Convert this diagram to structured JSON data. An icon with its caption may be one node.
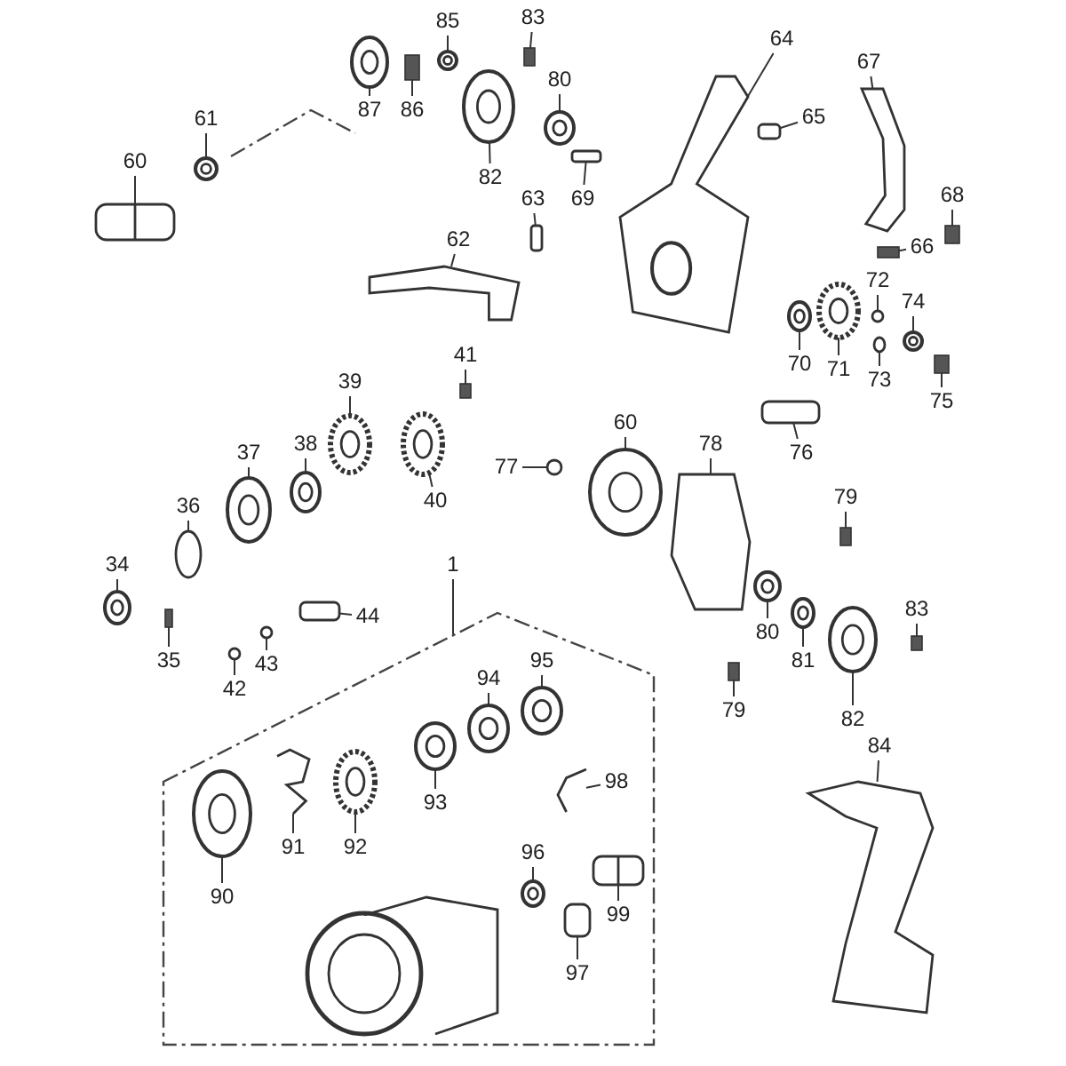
{
  "diagram": {
    "nodes": [
      {
        "text": [
          "87"
        ]
      },
      {
        "text": [],
        "shape": "picture"
      },
      {
        "text": [
          "86"
        ]
      },
      {
        "text": [],
        "shape": "box"
      },
      {
        "text": [
          "85"
        ]
      },
      {
        "text": [],
        "shape": "picture"
      },
      {
        "text": [
          "83"
        ]
      },
      {
        "text": [],
        "shape": "box"
      },
      {
        "text": [
          "82"
        ]
      },
      {
        "text": [],
        "shape": "picture"
      },
      {
        "text": [
          "80"
        ]
      },
      {
        "text": [],
        "shape": "picture"
      },
      {
        "text": [
          "64"
        ]
      },
      {
        "text": [],
        "shape": "picture"
      },
      {
        "text": [
          "65"
        ]
      },
      {
        "text": [],
        "shape": "box"
      },
      {
        "text": [
          "67"
        ]
      },
      {
        "text": [],
        "shape": "picture"
      },
      {
        "text": [
          "61"
        ]
      },
      {
        "text": [],
        "shape": "picture"
      },
      {
        "text": [
          "60"
        ]
      },
      {
        "text": [],
        "shape": "picture"
      },
      {
        "text": [
          "69"
        ]
      },
      {
        "text": [],
        "shape": "box"
      },
      {
        "text": [
          "63"
        ]
      },
      {
        "text": [],
        "shape": "box"
      },
      {
        "text": [
          "62"
        ]
      },
      {
        "text": [],
        "shape": "picture"
      },
      {
        "text": [
          "68"
        ]
      },
      {
        "text": [],
        "shape": "box"
      },
      {
        "text": [
          "66"
        ]
      },
      {
        "text": [],
        "shape": "box"
      },
      {
        "text": [
          "72"
        ]
      },
      {
        "text": [],
        "shape": "circle"
      },
      {
        "text": [
          "74"
        ]
      },
      {
        "text": [],
        "shape": "picture"
      },
      {
        "text": [
          "70"
        ]
      },
      {
        "text": [],
        "shape": "picture"
      },
      {
        "text": [
          "71"
        ]
      },
      {
        "text": [],
        "shape": "picture"
      },
      {
        "text": [
          "73"
        ]
      },
      {
        "text": [],
        "shape": "circle"
      },
      {
        "text": [
          "75"
        ]
      },
      {
        "text": [],
        "shape": "box"
      },
      {
        "text": [
          "41"
        ]
      },
      {
        "text": [],
        "shape": "box"
      },
      {
        "text": [
          "39"
        ]
      },
      {
        "text": [],
        "shape": "picture"
      },
      {
        "text": [
          "38"
        ]
      },
      {
        "text": [],
        "shape": "picture"
      },
      {
        "text": [
          "37"
        ]
      },
      {
        "text": [],
        "shape": "picture"
      },
      {
        "text": [
          "36"
        ]
      },
      {
        "text": [],
        "shape": "circle"
      },
      {
        "text": [
          "40"
        ]
      },
      {
        "text": [],
        "shape": "picture"
      },
      {
        "text": [
          "77"
        ]
      },
      {
        "text": [],
        "shape": "circle"
      },
      {
        "text": [
          "60"
        ]
      },
      {
        "text": [],
        "shape": "picture"
      },
      {
        "text": [
          "78"
        ]
      },
      {
        "text": [],
        "shape": "picture"
      },
      {
        "text": [
          "76"
        ]
      },
      {
        "text": [],
        "shape": "box"
      },
      {
        "text": [
          "79"
        ]
      },
      {
        "text": [],
        "shape": "box"
      },
      {
        "text": [
          "34"
        ]
      },
      {
        "text": [],
        "shape": "picture"
      },
      {
        "text": [
          "35"
        ]
      },
      {
        "text": [],
        "shape": "box"
      },
      {
        "text": [
          "44"
        ]
      },
      {
        "text": [],
        "shape": "box"
      },
      {
        "text": [
          "43"
        ]
      },
      {
        "text": [],
        "shape": "circle"
      },
      {
        "text": [
          "42"
        ]
      },
      {
        "text": [],
        "shape": "circle"
      },
      {
        "text": [
          "1"
        ]
      },
      {
        "text": [
          "95"
        ]
      },
      {
        "text": [],
        "shape": "picture"
      },
      {
        "text": [
          "94"
        ]
      },
      {
        "text": [],
        "shape": "picture"
      },
      {
        "text": [
          "93"
        ]
      },
      {
        "text": [],
        "shape": "picture"
      },
      {
        "text": [
          "92"
        ]
      },
      {
        "text": [],
        "shape": "picture"
      },
      {
        "text": [
          "91"
        ]
      },
      {
        "text": [],
        "shape": "picture"
      },
      {
        "text": [
          "90"
        ]
      },
      {
        "text": [],
        "shape": "picture"
      },
      {
        "text": [
          "98"
        ]
      },
      {
        "text": [],
        "shape": "picture"
      },
      {
        "text": [
          "96"
        ]
      },
      {
        "text": [],
        "shape": "picture"
      },
      {
        "text": [
          "99"
        ]
      },
      {
        "text": [],
        "shape": "picture"
      },
      {
        "text": [
          "97"
        ]
      },
      {
        "text": [],
        "shape": "box"
      },
      {
        "text": [
          "80"
        ]
      },
      {
        "text": [],
        "shape": "picture"
      },
      {
        "text": [
          "81"
        ]
      },
      {
        "text": [],
        "shape": "picture"
      },
      {
        "text": [
          "82"
        ]
      },
      {
        "text": [],
        "shape": "picture"
      },
      {
        "text": [
          "83"
        ]
      },
      {
        "text": [],
        "shape": "box"
      },
      {
        "text": [
          "79"
        ]
      },
      {
        "text": [],
        "shape": "box"
      },
      {
        "text": [
          "84"
        ]
      },
      {
        "text": [],
        "shape": "picture"
      }
    ],
    "edges": [
      {
        "from": 0,
        "to": 1,
        "arrow": "none"
      },
      {
        "from": 2,
        "to": 3,
        "arrow": "none"
      },
      {
        "from": 4,
        "to": 5,
        "arrow": "none"
      },
      {
        "from": 6,
        "to": 7,
        "arrow": "none"
      },
      {
        "from": 8,
        "to": 9,
        "arrow": "none"
      },
      {
        "from": 10,
        "to": 11,
        "arrow": "none"
      },
      {
        "from": 12,
        "to": 13,
        "arrow": "none"
      },
      {
        "from": 14,
        "to": 15,
        "arrow": "none"
      },
      {
        "from": 16,
        "to": 17,
        "arrow": "none"
      },
      {
        "from": 18,
        "to": 19,
        "arrow": "none"
      },
      {
        "from": 20,
        "to": 21,
        "arrow": "none"
      },
      {
        "from": 22,
        "to": 23,
        "arrow": "none"
      },
      {
        "from": 24,
        "to": 25,
        "arrow": "none"
      },
      {
        "from": 26,
        "to": 27,
        "arrow": "none"
      },
      {
        "from": 28,
        "to": 29,
        "arrow": "none"
      },
      {
        "from": 30,
        "to": 31,
        "arrow": "none"
      },
      {
        "from": 32,
        "to": 33,
        "arrow": "none"
      },
      {
        "from": 34,
        "to": 35,
        "arrow": "none"
      },
      {
        "from": 36,
        "to": 37,
        "arrow": "none"
      },
      {
        "from": 38,
        "to": 39,
        "arrow": "none"
      },
      {
        "from": 40,
        "to": 41,
        "arrow": "none"
      },
      {
        "from": 42,
        "to": 43,
        "arrow": "none"
      },
      {
        "from": 44,
        "to": 45,
        "arrow": "none"
      },
      {
        "from": 46,
        "to": 47,
        "arrow": "none"
      },
      {
        "from": 48,
        "to": 49,
        "arrow": "none"
      },
      {
        "from": 50,
        "to": 51,
        "arrow": "none"
      },
      {
        "from": 52,
        "to": 53,
        "arrow": "none"
      },
      {
        "from": 54,
        "to": 55,
        "arrow": "none"
      },
      {
        "from": 56,
        "to": 57,
        "arrow": "none"
      },
      {
        "from": 58,
        "to": 59,
        "arrow": "none"
      },
      {
        "from": 60,
        "to": 61,
        "arrow": "none"
      },
      {
        "from": 62,
        "to": 63,
        "arrow": "none"
      },
      {
        "from": 64,
        "to": 65,
        "arrow": "none"
      },
      {
        "from": 66,
        "to": 67,
        "arrow": "none"
      },
      {
        "from": 68,
        "to": 69,
        "arrow": "none"
      },
      {
        "from": 70,
        "to": 71,
        "arrow": "none"
      },
      {
        "from": 72,
        "to": 73,
        "arrow": "none"
      },
      {
        "from": 74,
        "to": 75,
        "arrow": "none"
      },
      {
        "from": 76,
        "to": null,
        "arrow": "none"
      },
      {
        "from": 77,
        "to": 78,
        "arrow": "none"
      },
      {
        "from": 79,
        "to": 80,
        "arrow": "none"
      },
      {
        "from": 81,
        "to": 82,
        "arrow": "none"
      },
      {
        "from": 83,
        "to": 84,
        "arrow": "none"
      },
      {
        "from": 85,
        "to": 86,
        "arrow": "none"
      },
      {
        "from": 87,
        "to": 88,
        "arrow": "none"
      },
      {
        "from": 89,
        "to": 90,
        "arrow": "none"
      },
      {
        "from": 91,
        "to": 92,
        "arrow": "none"
      },
      {
        "from": 93,
        "to": 94,
        "arrow": "none"
      },
      {
        "from": 95,
        "to": 96,
        "arrow": "none"
      },
      {
        "from": 97,
        "to": 98,
        "arrow": "none"
      },
      {
        "from": 99,
        "to": 100,
        "arrow": "none"
      },
      {
        "from": 101,
        "to": 102,
        "arrow": "none"
      },
      {
        "from": 103,
        "to": 104,
        "arrow": "none"
      },
      {
        "from": 105,
        "to": 106,
        "arrow": "none"
      },
      {
        "from": 107,
        "to": 108,
        "arrow": "none"
      }
    ]
  }
}
